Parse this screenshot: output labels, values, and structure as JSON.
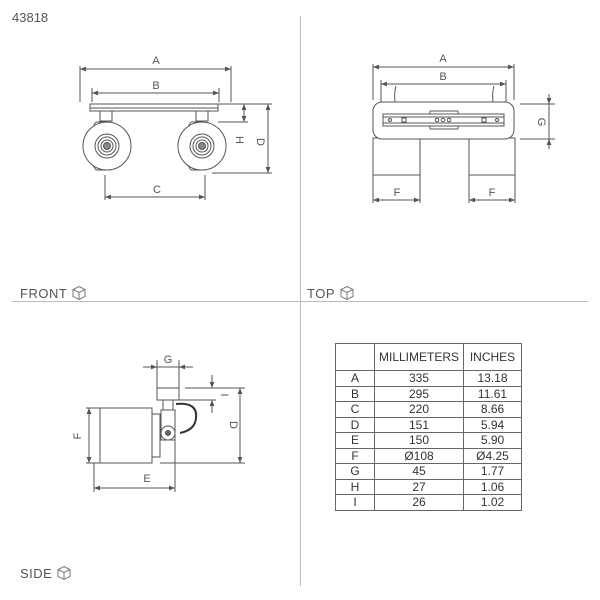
{
  "product_code": "43818",
  "views": {
    "front": "FRONT",
    "top": "TOP",
    "side": "SIDE"
  },
  "dimension_letters": [
    "A",
    "B",
    "C",
    "D",
    "E",
    "F",
    "G",
    "H",
    "I"
  ],
  "table": {
    "headers": [
      "",
      "MILLIMETERS",
      "INCHES"
    ],
    "rows": [
      [
        "A",
        "335",
        "13.18"
      ],
      [
        "B",
        "295",
        "11.61"
      ],
      [
        "C",
        "220",
        "8.66"
      ],
      [
        "D",
        "151",
        "5.94"
      ],
      [
        "E",
        "150",
        "5.90"
      ],
      [
        "F",
        "Ø108",
        "Ø4.25"
      ],
      [
        "G",
        "45",
        "1.77"
      ],
      [
        "H",
        "27",
        "1.06"
      ],
      [
        "I",
        "26",
        "1.02"
      ]
    ]
  },
  "colors": {
    "line": "#555555",
    "divider": "#bbbbbb",
    "fill": "#ffffff"
  },
  "icons": [
    "cube-icon"
  ]
}
